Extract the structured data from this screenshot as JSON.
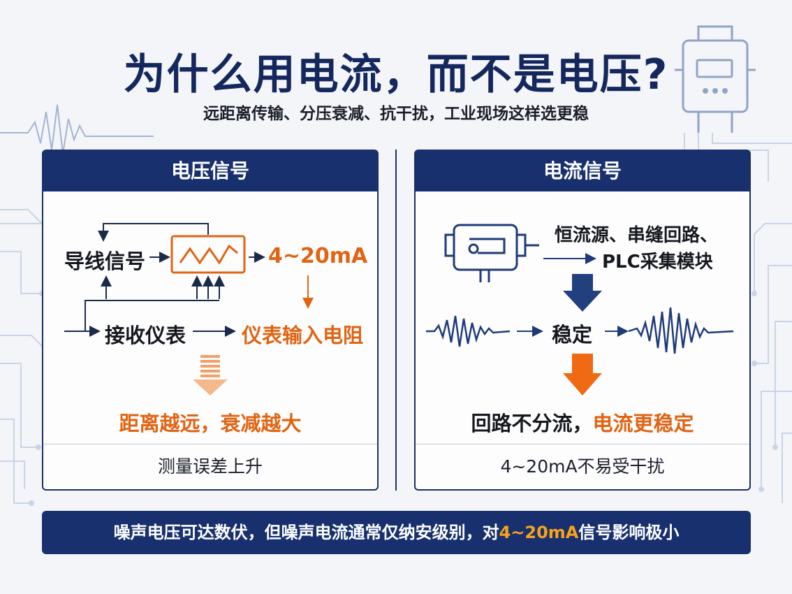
{
  "title": "为什么用电流，而不是电压?",
  "subtitle": "远距离传输、分压衰减、抗干扰，工业现场这样选更稳",
  "left_panel": {
    "header": "电压信号",
    "source_label": "导线信号",
    "output_label": "4~20mA",
    "instrument_label": "接收仪表",
    "input_label": "仪表输入电阻",
    "result": "距离越远，衰减越大",
    "footer": "测量误差上升"
  },
  "right_panel": {
    "header": "电流信号",
    "desc_line1": "恒流源、串缝回路、",
    "desc_line2": "PLC采集模块",
    "stable_label": "稳定",
    "result_prefix": "回路不分流，",
    "result_highlight": "电流更稳定",
    "footer": "4~20mA不易受干扰"
  },
  "bottom_banner": {
    "prefix": "噪声电压可达数伏，但噪声电流通常仅纳安级别，对",
    "highlight": "4~20mA",
    "suffix": "信号影响极小"
  },
  "colors": {
    "navy": "#18306e",
    "orange": "#e06412",
    "highlight": "#f7a31c",
    "background": "#f3f5f9"
  }
}
